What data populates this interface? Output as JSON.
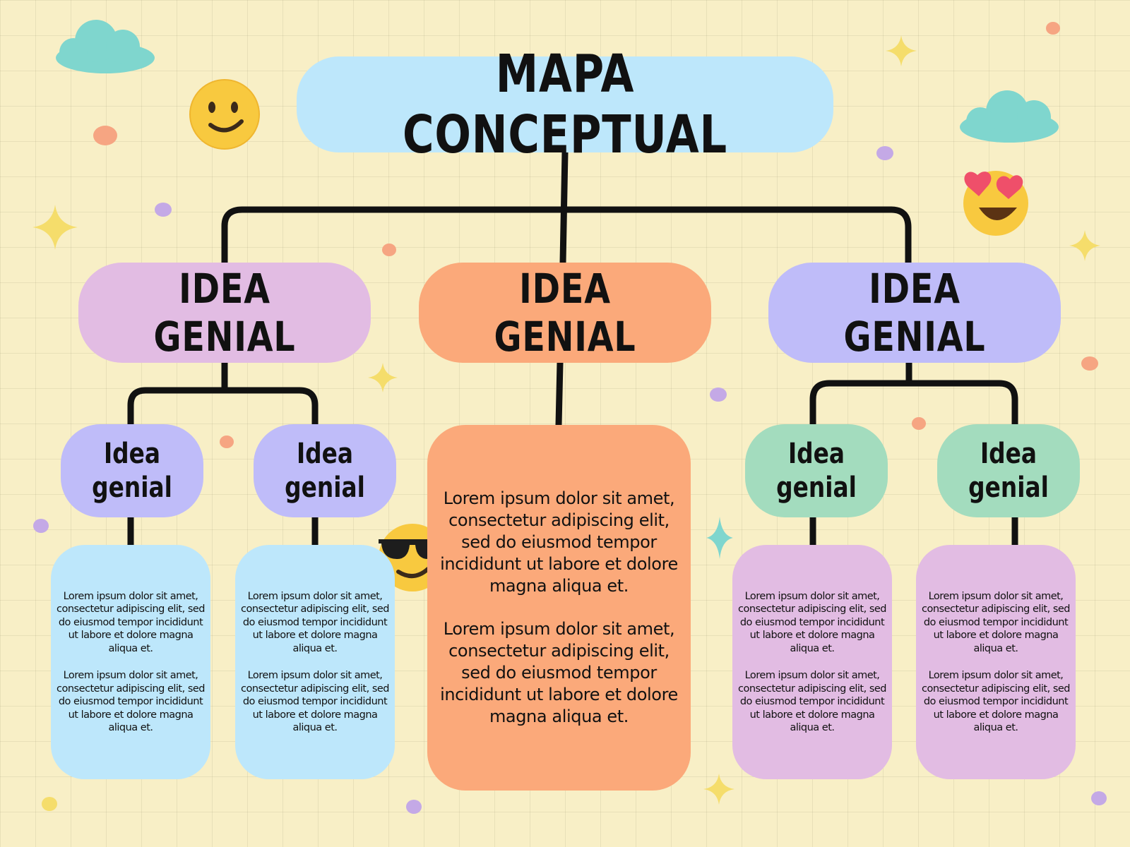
{
  "title": "MAPA CONCEPTUAL",
  "main_ideas": [
    {
      "label": "IDEA GENIAL",
      "color": "#e2bce3"
    },
    {
      "label": "IDEA GENIAL",
      "color": "#fba97a"
    },
    {
      "label": "IDEA GENIAL",
      "color": "#bfbcf9"
    }
  ],
  "sub_ideas": [
    {
      "label": "Idea genial",
      "color": "#bfbcf9"
    },
    {
      "label": "Idea genial",
      "color": "#bfbcf9"
    },
    {
      "label": "Idea genial",
      "color": "#a3dcbe"
    },
    {
      "label": "Idea genial",
      "color": "#a3dcbe"
    }
  ],
  "text_blocks": [
    {
      "p1": "Lorem ipsum dolor sit amet, consectetur adipiscing elit, sed do eiusmod tempor incididunt ut labore et dolore magna aliqua et.",
      "p2": "Lorem ipsum dolor sit amet, consectetur adipiscing elit, sed do eiusmod tempor incididunt ut labore et dolore magna aliqua et."
    },
    {
      "p1": "Lorem ipsum dolor sit amet, consectetur adipiscing elit, sed do eiusmod tempor incididunt ut labore et dolore magna aliqua et.",
      "p2": "Lorem ipsum dolor sit amet, consectetur adipiscing elit, sed do eiusmod tempor incididunt ut labore et dolore magna aliqua et."
    },
    {
      "p1": "Lorem ipsum dolor sit amet, consectetur adipiscing elit, sed do eiusmod tempor incididunt ut labore et dolore magna aliqua et.",
      "p2": "Lorem ipsum dolor sit amet, consectetur adipiscing elit, sed do eiusmod tempor incididunt ut labore et dolore magna aliqua et."
    },
    {
      "p1": "Lorem ipsum dolor sit amet, consectetur adipiscing elit, sed do eiusmod tempor incididunt ut labore et dolore magna aliqua et.",
      "p2": "Lorem ipsum dolor sit amet, consectetur adipiscing elit, sed do eiusmod tempor incididunt ut labore et dolore magna aliqua et."
    },
    {
      "p1": "Lorem ipsum dolor sit amet, consectetur adipiscing elit, sed do eiusmod tempor incididunt ut labore et dolore magna aliqua et.",
      "p2": "Lorem ipsum dolor sit amet, consectetur adipiscing elit, sed do eiusmod tempor incididunt ut labore et dolore magna aliqua et."
    }
  ],
  "decorations": {
    "icons": [
      "cloud-icon",
      "smile-emoji-icon",
      "heart-eyes-emoji-icon",
      "sunglasses-emoji-icon",
      "sparkle-icon",
      "dot-icon"
    ],
    "colors": {
      "background": "#f8efc6",
      "cloud": "#7fd6ce",
      "sparkle": "#f5dd6b",
      "dot_orange": "#f6a582",
      "dot_purple": "#c4a9e6",
      "line": "#111111"
    }
  }
}
